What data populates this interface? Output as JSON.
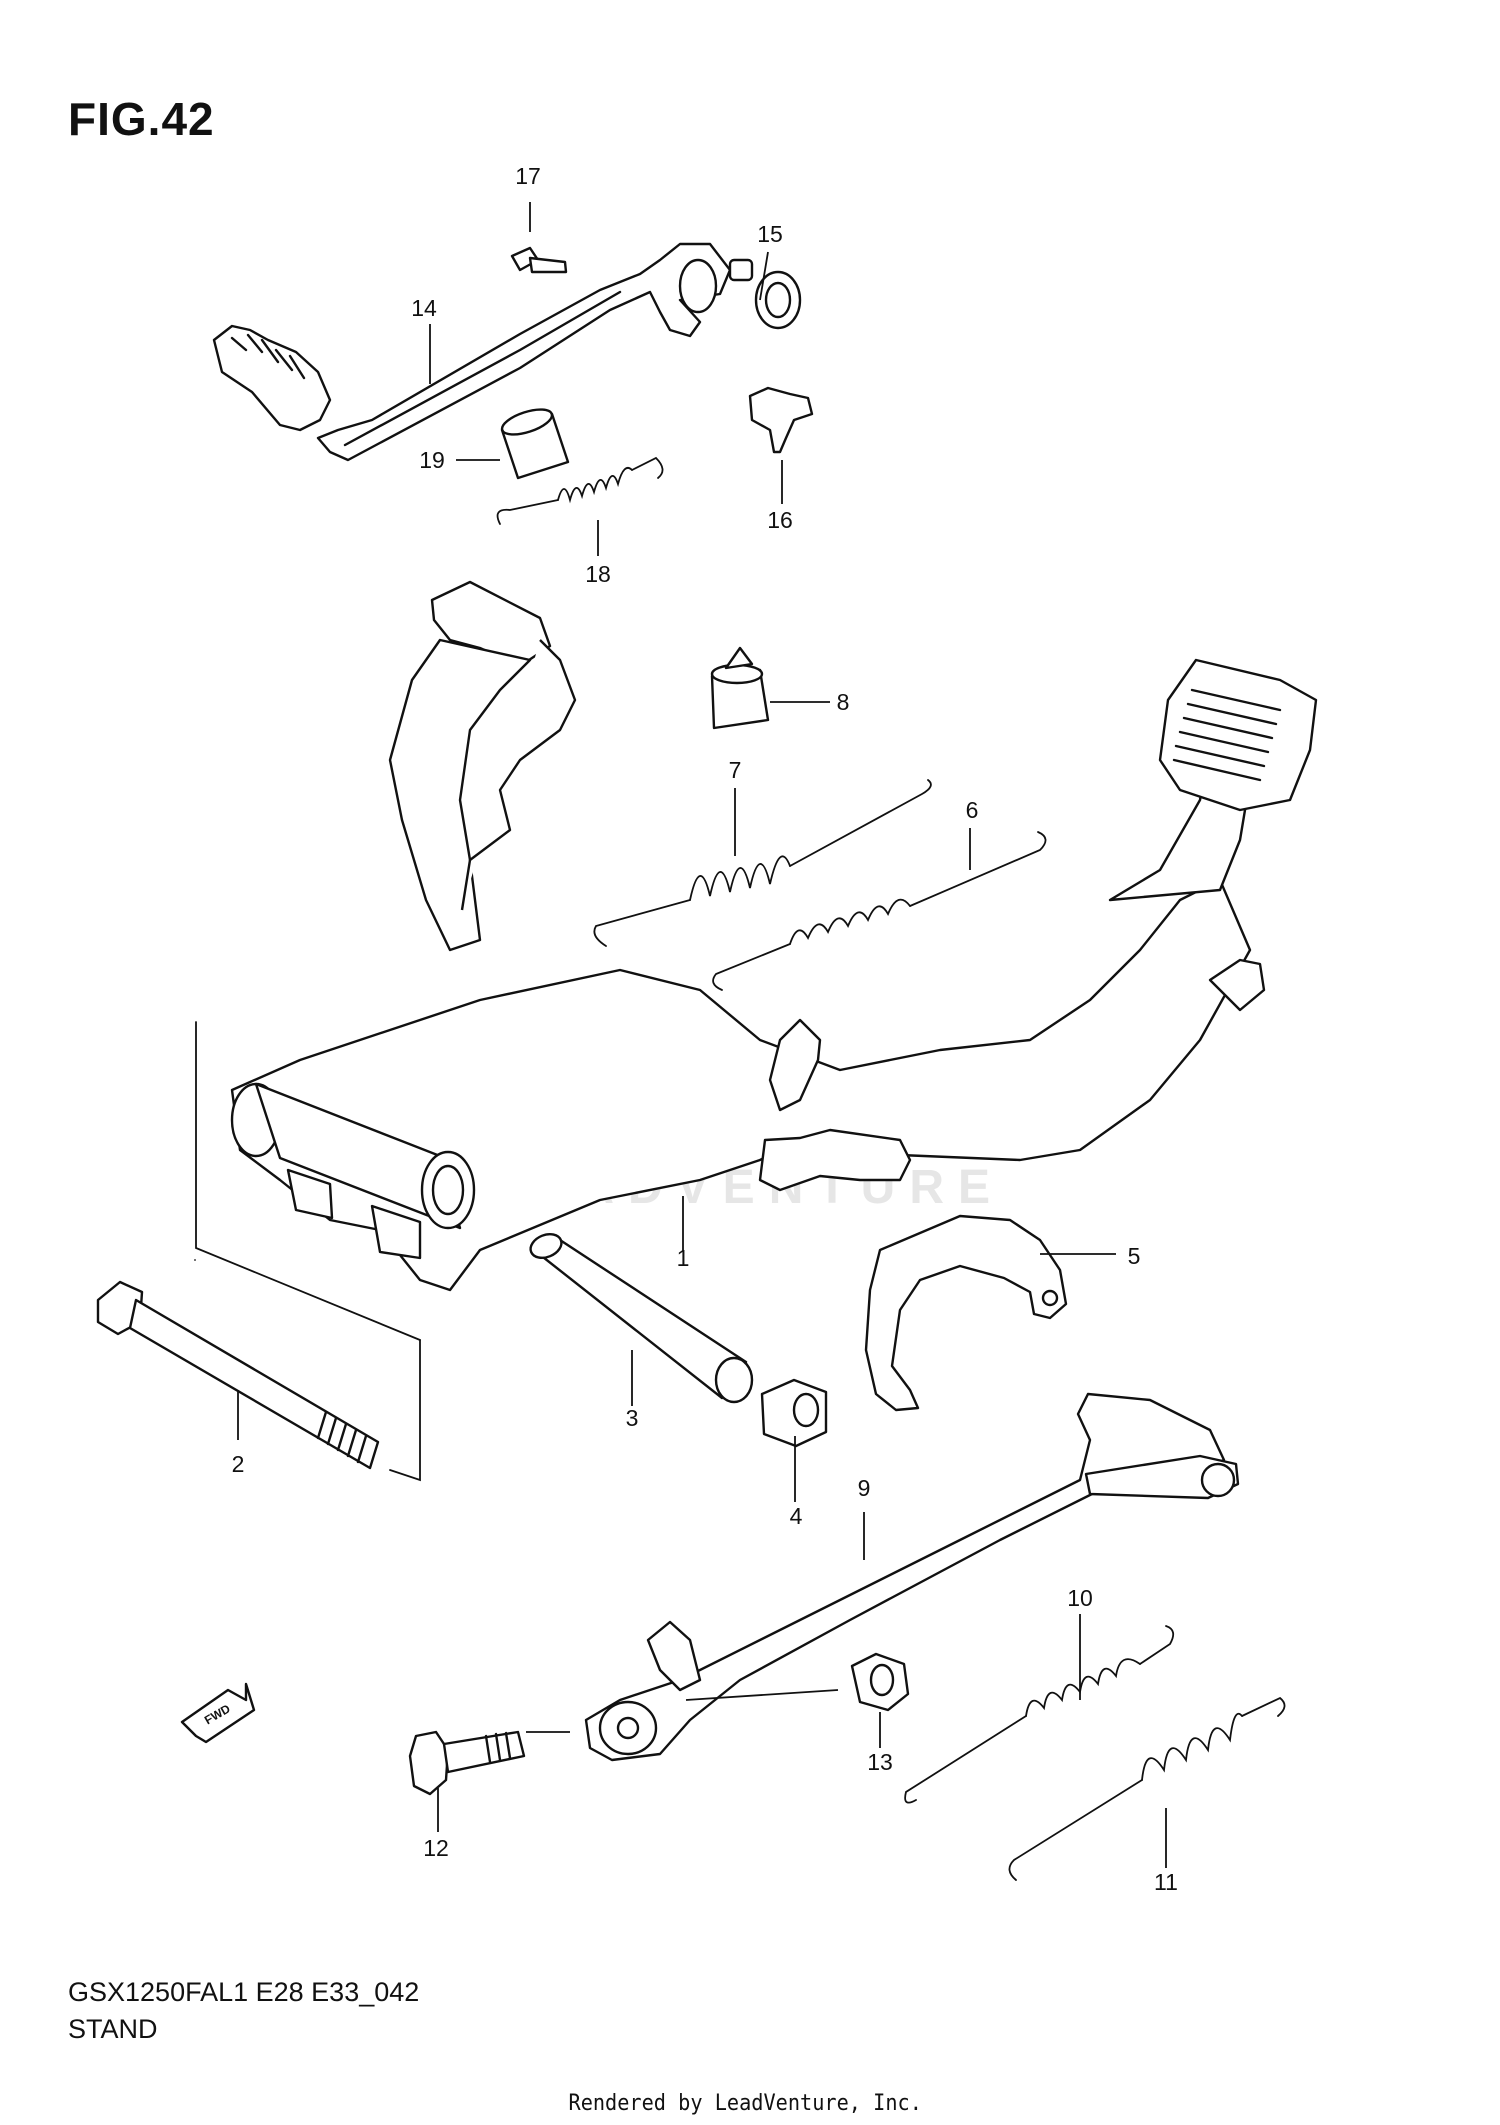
{
  "figure": {
    "title": "FIG.42",
    "model_code": "GSX1250FAL1 E28 E33_042",
    "section": "STAND",
    "footer": "Rendered by LeadVenture, Inc.",
    "watermark": "LEADVENTURE"
  },
  "callouts": [
    "1",
    "2",
    "3",
    "4",
    "5",
    "6",
    "7",
    "8",
    "9",
    "10",
    "11",
    "12",
    "13",
    "14",
    "15",
    "16",
    "17",
    "18",
    "19"
  ],
  "icons": {
    "direction_arrow": "fwd-arrow-icon",
    "direction_label": "FWD"
  }
}
